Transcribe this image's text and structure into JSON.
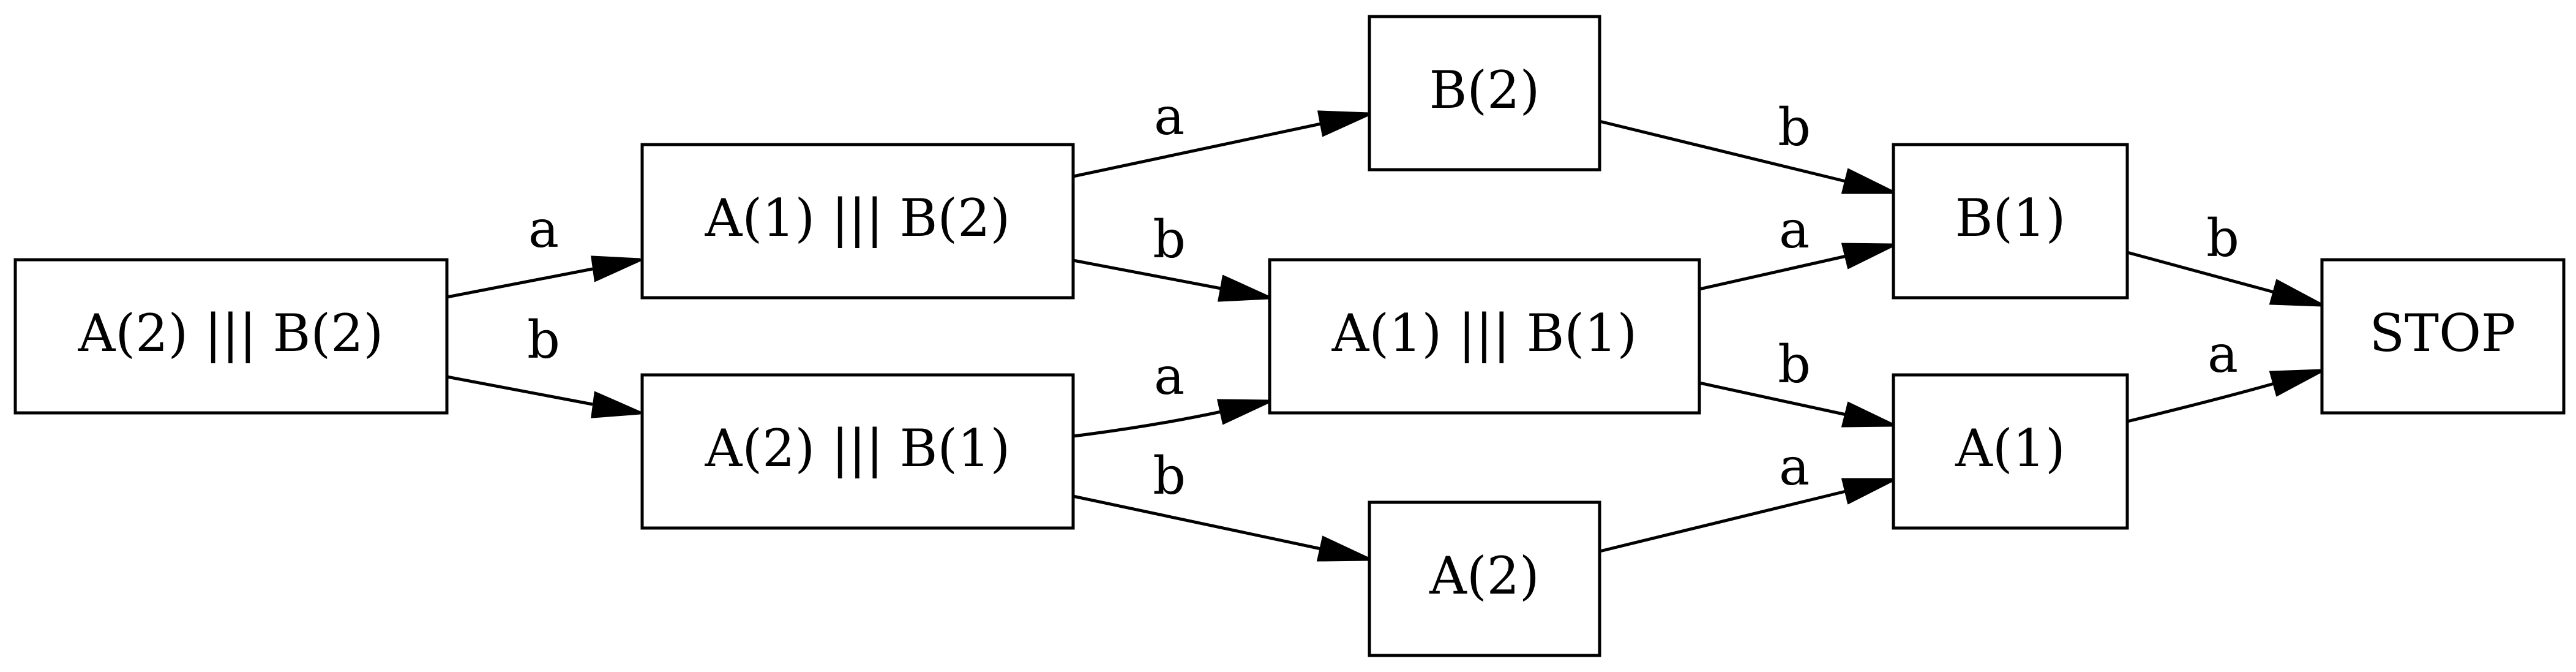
{
  "nodes": {
    "a2b2": "A(2) ||| B(2)",
    "a1b2": "A(1) ||| B(2)",
    "a2b1": "A(2) ||| B(1)",
    "b2": "B(2)",
    "a1b1": "A(1) ||| B(1)",
    "a2": "A(2)",
    "b1": "B(1)",
    "a1": "A(1)",
    "stop": "STOP"
  },
  "edges": {
    "a2b2_to_a1b2": "a",
    "a2b2_to_a2b1": "b",
    "a1b2_to_b2": "a",
    "a1b2_to_a1b1": "b",
    "a2b1_to_a1b1": "a",
    "a2b1_to_a2": "b",
    "b2_to_b1": "b",
    "a1b1_to_b1": "a",
    "a1b1_to_a1": "b",
    "a2_to_a1": "a",
    "b1_to_stop": "b",
    "a1_to_stop": "a"
  }
}
